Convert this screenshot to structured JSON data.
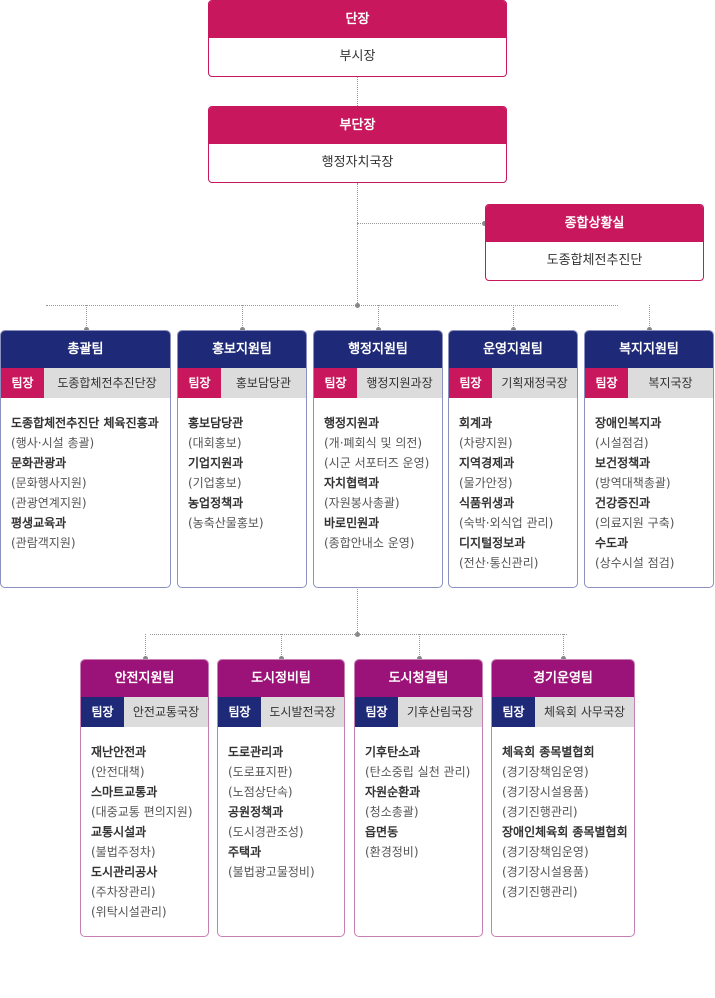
{
  "top": [
    {
      "title": "단장",
      "name": "부시장"
    },
    {
      "title": "부단장",
      "name": "행정자치국장"
    },
    {
      "title": "종합상황실",
      "name": "도종합체전추진단"
    }
  ],
  "leader_tag": "팀장",
  "teams_row1": [
    {
      "title": "총괄팀",
      "leader": "도종합체전추진단장",
      "items": [
        {
          "t": "도종합체전추진단 체육진흥과",
          "b": true
        },
        {
          "t": "(행사·시설 총괄)"
        },
        {
          "t": "문화관광과",
          "b": true
        },
        {
          "t": "(문화행사지원)"
        },
        {
          "t": "(관광연계지원)"
        },
        {
          "t": "평생교육과",
          "b": true
        },
        {
          "t": "(관람객지원)"
        }
      ]
    },
    {
      "title": "홍보지원팀",
      "leader": "홍보담당관",
      "items": [
        {
          "t": "홍보담당관",
          "b": true
        },
        {
          "t": "(대회홍보)"
        },
        {
          "t": "기업지원과",
          "b": true
        },
        {
          "t": "(기업홍보)"
        },
        {
          "t": "농업정책과",
          "b": true
        },
        {
          "t": "(농축산물홍보)"
        }
      ]
    },
    {
      "title": "행정지원팀",
      "leader": "행정지원과장",
      "items": [
        {
          "t": "행정지원과",
          "b": true
        },
        {
          "t": "(개·폐회식 및 의전)"
        },
        {
          "t": "(시군 서포터즈 운영)"
        },
        {
          "t": "자치협력과",
          "b": true
        },
        {
          "t": "(자원봉사총괄)"
        },
        {
          "t": "바로민원과",
          "b": true
        },
        {
          "t": "(종합안내소 운영)"
        }
      ]
    },
    {
      "title": "운영지원팀",
      "leader": "기획재정국장",
      "items": [
        {
          "t": "회계과",
          "b": true
        },
        {
          "t": "(차량지원)"
        },
        {
          "t": "지역경제과",
          "b": true
        },
        {
          "t": "(물가안정)"
        },
        {
          "t": "식품위생과",
          "b": true
        },
        {
          "t": "(숙박·외식업 관리)"
        },
        {
          "t": "디지털정보과",
          "b": true
        },
        {
          "t": "(전산·통신관리)"
        }
      ]
    },
    {
      "title": "복지지원팀",
      "leader": "복지국장",
      "items": [
        {
          "t": "장애인복지과",
          "b": true
        },
        {
          "t": "(시설점검)"
        },
        {
          "t": "보건정책과",
          "b": true
        },
        {
          "t": "(방역대책총괄)"
        },
        {
          "t": "건강증진과",
          "b": true
        },
        {
          "t": "(의료지원 구축)"
        },
        {
          "t": "수도과",
          "b": true
        },
        {
          "t": "(상수시설 점검)"
        }
      ]
    }
  ],
  "teams_row2": [
    {
      "title": "안전지원팀",
      "leader": "안전교통국장",
      "items": [
        {
          "t": "재난안전과",
          "b": true
        },
        {
          "t": "(안전대책)"
        },
        {
          "t": "스마트교통과",
          "b": true
        },
        {
          "t": "(대중교통 편의지원)"
        },
        {
          "t": "교통시설과",
          "b": true
        },
        {
          "t": "(불법주정차)"
        },
        {
          "t": "도시관리공사",
          "b": true
        },
        {
          "t": "(주차장관리)"
        },
        {
          "t": "(위탁시설관리)"
        }
      ]
    },
    {
      "title": "도시정비팀",
      "leader": "도시발전국장",
      "items": [
        {
          "t": "도로관리과",
          "b": true
        },
        {
          "t": "(도로표지판)"
        },
        {
          "t": "(노점상단속)"
        },
        {
          "t": "공원정책과",
          "b": true
        },
        {
          "t": "(도시경관조성)"
        },
        {
          "t": "주택과",
          "b": true
        },
        {
          "t": "(불법광고물정비)"
        }
      ]
    },
    {
      "title": "도시청결팀",
      "leader": "기후산림국장",
      "items": [
        {
          "t": "기후탄소과",
          "b": true
        },
        {
          "t": "(탄소중립 실천 관리)"
        },
        {
          "t": "자원순환과",
          "b": true
        },
        {
          "t": "(청소총괄)"
        },
        {
          "t": "읍면동",
          "b": true
        },
        {
          "t": "(환경정비)"
        }
      ]
    },
    {
      "title": "경기운영팀",
      "leader": "체육회 사무국장",
      "items": [
        {
          "t": "체육회 종목별협회",
          "b": true
        },
        {
          "t": "(경기장책임운영)"
        },
        {
          "t": "(경기장시설용품)"
        },
        {
          "t": "(경기진행관리)"
        },
        {
          "t": "장애인체육회 종목별협회",
          "b": true
        },
        {
          "t": "(경기장책임운영)"
        },
        {
          "t": "(경기장시설용품)"
        },
        {
          "t": "(경기진행관리)"
        }
      ]
    }
  ]
}
